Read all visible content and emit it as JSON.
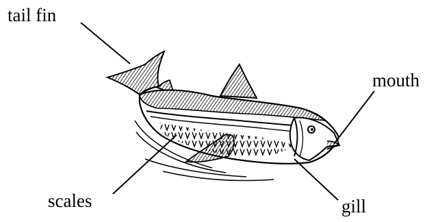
{
  "labels": {
    "tail_fin": "tail fin",
    "mouth": "mouth",
    "scales": "scales",
    "gill": "gill"
  },
  "colors": {
    "ink": "#000000",
    "background": "#ffffff"
  }
}
